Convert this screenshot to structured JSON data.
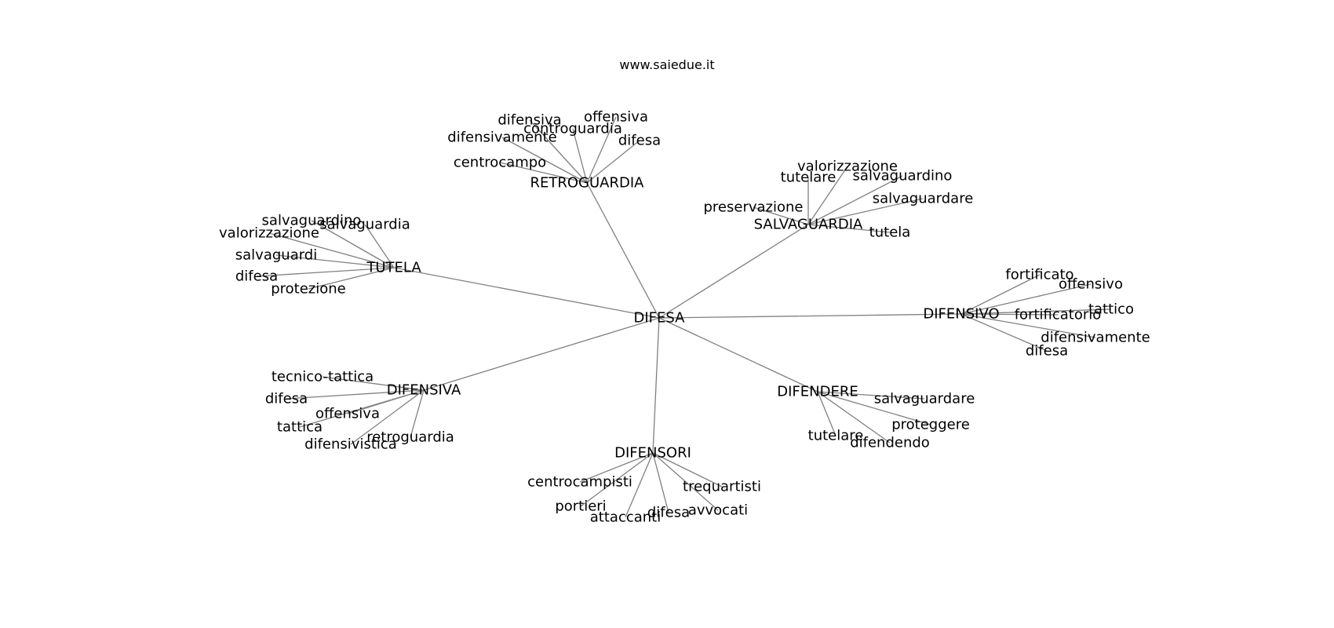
{
  "header": {
    "site": "www.saiedue.it"
  },
  "style": {
    "edge_color": "#808080",
    "text_color": "#000000",
    "background": "#ffffff"
  },
  "graph": {
    "root": "DIFESA",
    "groups": [
      {
        "hub": "RETROGUARDIA",
        "leaves": [
          "difensiva",
          "offensiva",
          "controguardia",
          "difensivamente",
          "difesa",
          "centrocampo"
        ]
      },
      {
        "hub": "SALVAGUARDIA",
        "leaves": [
          "valorizzazione",
          "tutelare",
          "salvaguardino",
          "salvaguardare",
          "preservazione",
          "tutela"
        ]
      },
      {
        "hub": "TUTELA",
        "leaves": [
          "salvaguardino",
          "salvaguardia",
          "valorizzazione",
          "salvaguardi",
          "difesa",
          "protezione"
        ]
      },
      {
        "hub": "DIFENSIVO",
        "leaves": [
          "fortificato",
          "offensivo",
          "tattico",
          "fortificatorio",
          "difensivamente",
          "difesa"
        ]
      },
      {
        "hub": "DIFENSIVA",
        "leaves": [
          "tecnico-tattica",
          "difesa",
          "offensiva",
          "tattica",
          "retroguardia",
          "difensivistica"
        ]
      },
      {
        "hub": "DIFENDERE",
        "leaves": [
          "salvaguardare",
          "proteggere",
          "tutelare",
          "difendendo"
        ]
      },
      {
        "hub": "DIFENSORI",
        "leaves": [
          "centrocampisti",
          "trequartisti",
          "portieri",
          "difesa",
          "avvocati",
          "attaccanti"
        ]
      }
    ]
  }
}
